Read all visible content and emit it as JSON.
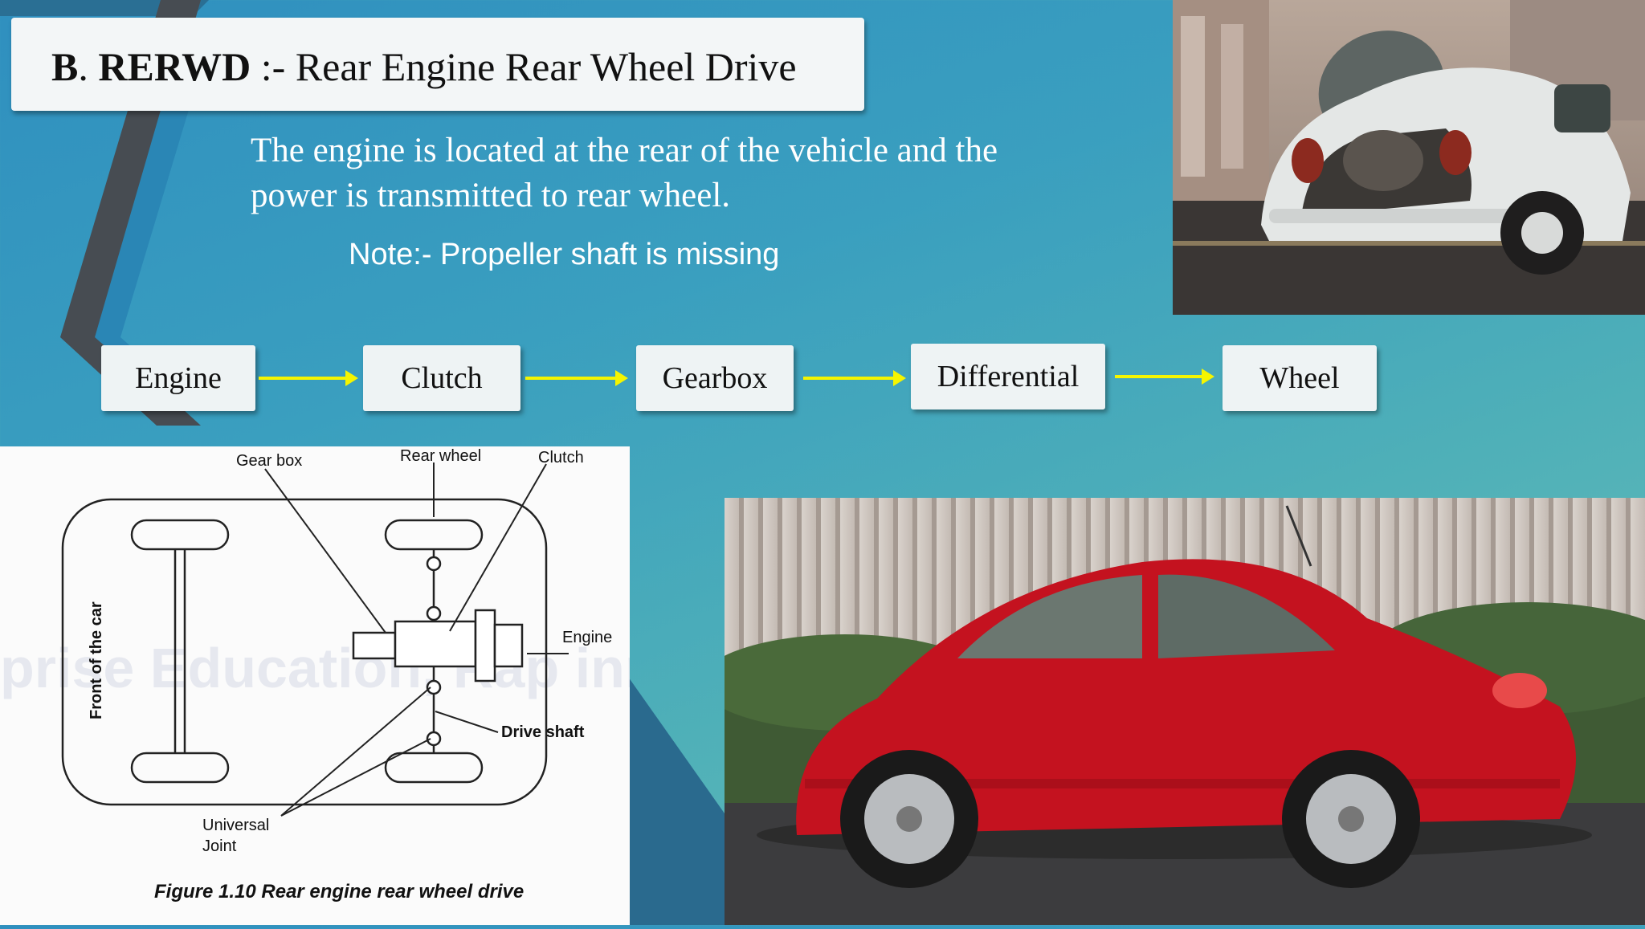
{
  "title": {
    "prefix": "B",
    "bold": "RERWD",
    "rest": " :- Rear Engine Rear Wheel Drive"
  },
  "description": "The engine is located at the rear of the vehicle and the power is transmitted to rear wheel.",
  "note": "Note:- Propeller shaft is missing",
  "flow": [
    "Engine",
    "Clutch",
    "Gearbox",
    "Differential",
    "Wheel"
  ],
  "diagram": {
    "labels": {
      "gear_box": "Gear box",
      "rear_wheel": "Rear wheel",
      "clutch": "Clutch",
      "engine": "Engine",
      "front": "Front of the car",
      "drive_shaft": "Drive shaft",
      "universal1": "Universal",
      "universal2": "Joint"
    },
    "watermark": "prise Education, Rap innovat",
    "caption": "Figure 1.10 Rear engine rear wheel drive"
  },
  "colors": {
    "arrow": "#f5f500",
    "bg_top": "#2f8fbf",
    "bg_bottom": "#6cc0b6",
    "car": "#c4121f"
  }
}
